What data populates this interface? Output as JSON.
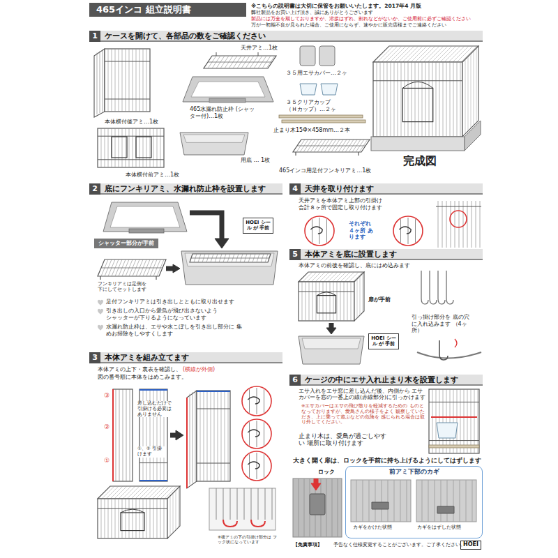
{
  "diagram": {
    "title": "465インコ 組立説明書",
    "nodes": [
      {
        "text": [
          "1",
          "ケースを開けて、各部品の数をご確認ください"
        ]
      },
      {
        "text": [
          "2",
          "底にフンキリアミ、水漏れ防止枠を設置します"
        ]
      },
      {
        "text": [
          "シャッター部分が手前"
        ]
      },
      {
        "text": [
          "HOEI シール が 手前"
        ]
      },
      {
        "text": [
          "3",
          "本体アミを組み立てます"
        ]
      },
      {
        "text": [
          "4",
          "天井を取り付けます"
        ]
      },
      {
        "text": [
          "5",
          "本体アミを底に設置します"
        ]
      },
      {
        "text": [
          "HOEI シール が 手前"
        ]
      },
      {
        "text": [
          "6",
          "ケージの中にエサ入れ止まり木を設置します"
        ]
      },
      {
        "text": [
          "前アミ下部のカギ"
        ]
      },
      {
        "text": [
          "HOEI"
        ]
      }
    ],
    "labels": [
      "※こちらの説明書は大切に保管をお願いいたします。2017年4 月版",
      "弊社製品をお買い上げ頂き、誠にありがとうございます",
      "製品には万全を期しておりますが、溶接はずれ、割れなどがないか、ご使用前に必ずご確認ください",
      "万が一初期不良が見られた場合、ご使用にならず、速やかに販売店様までご連絡ください",
      "天井アミ…1枚",
      "本体横付後アミ…1枚",
      "465水漏れ防止枠 (シャッター付)…1枚",
      "３５用エサカバー…２ヶ",
      "３５クリアカップ （Ｈカップ）…２ヶ",
      "止まり木15Φ×458mm…２本",
      "本体横付前アミ…1枚",
      "用底 … 1枚",
      "465インコ用足付フンキリアミ…1枚",
      "完成図",
      "足付フンキリアミは引き出しとともに取り出せます",
      "引き出しの入口から愛鳥が飛び出さないよう シャッターが下りるようになっています",
      "水漏れ防止枠は、エサや水こぼしを引き出し部分に 集めお掃除をしやすくします",
      "フンキリアミは足側を 下にしてセットします",
      "本体アミの上下・裏表を確認し、",
      "(横線が外側)",
      "図の番号順に本体をはめこみます。",
      "③",
      "②",
      "①",
      "差し込むだけで 引掛ける必要は ありません",
      "①、② 引掛けます",
      "※後アミの下の引掛け部分は フック状になっています",
      "天井アミを本体アミ上部の引掛け 合計８ヶ所で固定し取り付けます",
      "それぞれ ４ヶ所 あります",
      "本体アミの前後を確認し、底にはめ込みます",
      "扉が手前",
      "引っ掛け部分を 底の穴に入れ込みます （4ヶ所）",
      "エサ入れをエサ窓に差し込んだ後、内側から エサカバーを窓の一番上の線(赤線部分)に引っかけます",
      "※エサカバーはエサの飛び散りを軽減するための ものとなっておりますが、愛鳥さんの様子をよく 観察していただき、上に乗って遊ぶなどの危険を 感じられる場合は取り外してください。",
      "止まり木は、愛鳥が過ごしやすい 場所に取り付けます",
      "大きく開く扉は、ロックを手前に持ち上げるようにしてはずします",
      "ロック",
      "カギをかけた状態",
      "カギをはずした状態",
      "【免責事項】",
      "予告なく仕様変更することがございます。ご了承ください。"
    ]
  }
}
